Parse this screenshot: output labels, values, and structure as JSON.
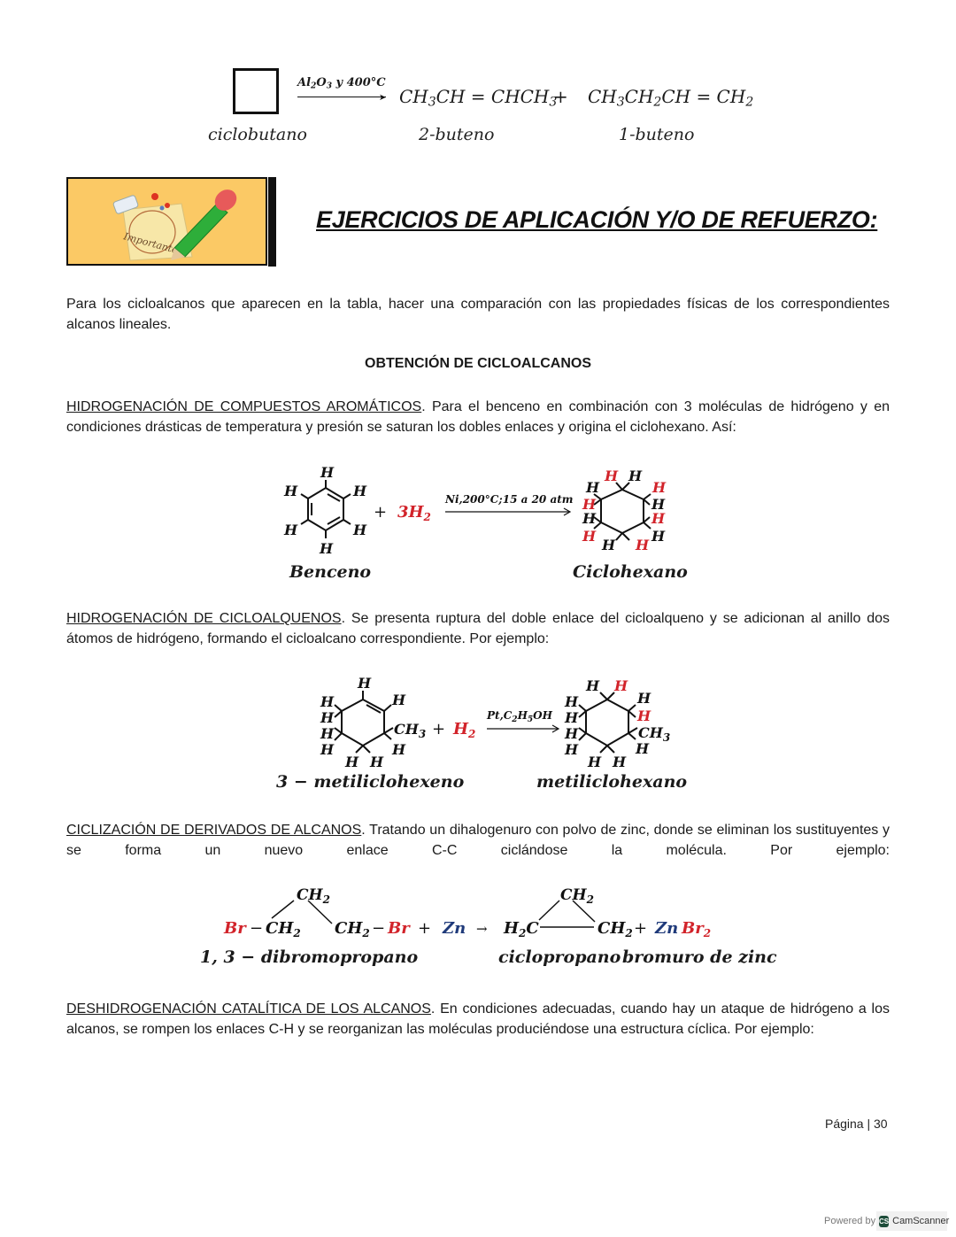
{
  "reaction_cyclobutane": {
    "catalyst": "Al2O3 y 400°C",
    "product1": "CH3CH = CHCH3",
    "plus": "+",
    "product2": "CH3CH2CH = CH2",
    "label_reactant": "ciclobutano",
    "label_product1": "2-buteno",
    "label_product2": "1-buteno"
  },
  "banner": {
    "image_text": "Importante",
    "title": "EJERCICIOS DE APLICACIÓN Y/O DE REFUERZO:"
  },
  "intro": {
    "text": "Para los cicloalcanos que aparecen en la tabla, hacer una comparación con las propiedades físicas de los correspondientes alcanos lineales."
  },
  "section_title": "OBTENCIÓN DE CICLOALCANOS",
  "sections": [
    {
      "heading": "HIDROGENACIÓN DE COMPUESTOS AROMÁTICOS",
      "body": ". Para el benceno en combinación con 3 moléculas de hidrógeno y en condiciones drásticas de temperatura y presión se saturan los dobles enlaces y origina el ciclohexano. Así:"
    },
    {
      "heading": "HIDROGENACIÓN DE CICLOALQUENOS",
      "body": ". Se presenta ruptura del doble enlace del cicloalqueno y se adicionan al anillo dos átomos de hidrógeno, formando el cicloalcano correspondiente. Por ejemplo:"
    },
    {
      "heading": "CICLIZACIÓN DE DERIVADOS DE ALCANOS",
      "body": ". Tratando un dihalogenuro con polvo de zinc, donde se eliminan los sustituyentes y se forma un nuevo enlace C-C ciclándose la molécula. Por ejemplo:"
    },
    {
      "heading": "DESHIDROGENACIÓN CATALÍTICA DE LOS ALCANOS",
      "body": ". En condiciones adecuadas, cuando hay un ataque de hidrógeno a los alcanos, se rompen los enlaces C-H y se reorganizan las moléculas produciéndose una estructura cíclica. Por ejemplo:"
    }
  ],
  "reaction_benzene": {
    "h": "H",
    "plus": "+",
    "reagent": "3H2",
    "conditions": "Ni,200°C;15 a 20 atm",
    "label_reactant": "Benceno",
    "label_product": "Ciclohexano"
  },
  "reaction_cyclohexene": {
    "h": "H",
    "substituent": "CH3",
    "plus": "+",
    "reagent": "H2",
    "conditions": "Pt,C2H5OH",
    "label_reactant": "3 − metiliclohexeno",
    "label_product": "metiliclohexano"
  },
  "reaction_cyclization": {
    "top_group": "CH2",
    "br": "Br",
    "dash": "−",
    "ch2": "CH2",
    "plus": "+",
    "zn": "Zn",
    "arrow": "→",
    "h2c": "H2C",
    "br2": "Br2",
    "label_reactant": "1, 3 − dibromopropano",
    "label_product1": "ciclopropano",
    "label_product2": "bromuro de zinc"
  },
  "colors": {
    "added_hydrogen": "#d2232a",
    "zinc": "#1f3a7a",
    "banner_bg": "#fbc965"
  },
  "footer": {
    "page": "Página | 30",
    "powered_by": "Powered by",
    "brand": "CamScanner",
    "brand_logo": "CS"
  }
}
